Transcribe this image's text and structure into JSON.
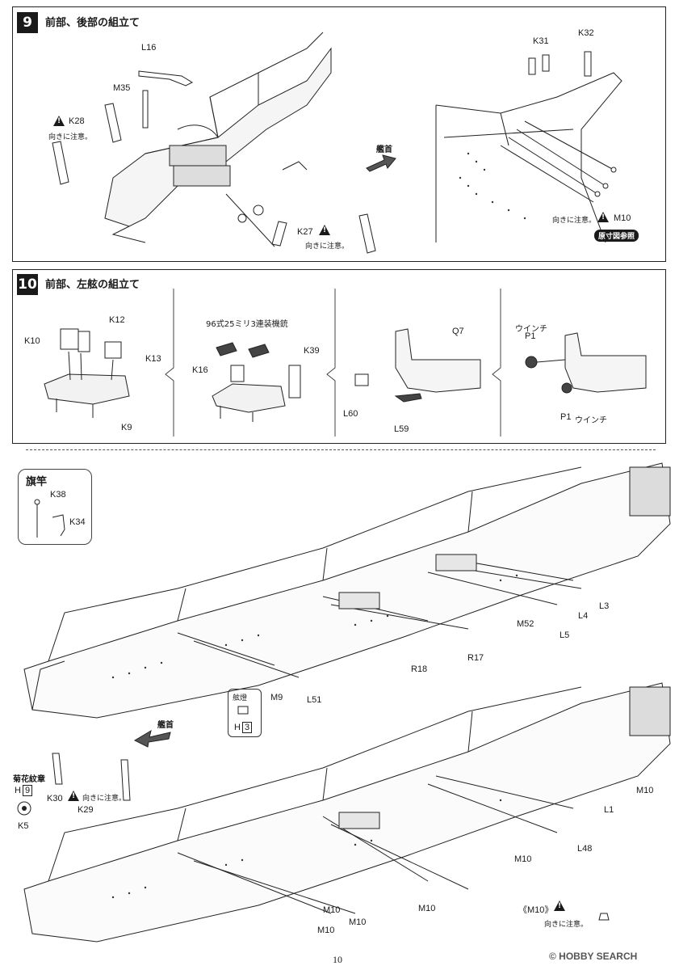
{
  "step9": {
    "number": "9",
    "title": "前部、後部の組立て",
    "labels": {
      "L16": "L16",
      "M35": "M35",
      "K28": "K28",
      "K27": "K27",
      "K31": "K31",
      "K32": "K32",
      "M10": "M10"
    },
    "notes": {
      "k28_note": "向きに注意。",
      "k27_note": "向きに注意。",
      "m10_note": "向きに注意。"
    },
    "bow_label": "艦首",
    "ref_badge": "原寸図参照"
  },
  "step10": {
    "number": "10",
    "title": "前部、左舷の組立て",
    "sub1": {
      "K10": "K10",
      "K12": "K12",
      "K13": "K13",
      "K9": "K9"
    },
    "sub2": {
      "caption": "96式25ミリ3連装機銃",
      "K16": "K16",
      "K39": "K39"
    },
    "sub3": {
      "Q7": "Q7",
      "L60": "L60",
      "L59": "L59"
    },
    "sub4": {
      "winch_top": "ウインチ",
      "P1_top": "P1",
      "P1_bottom": "P1",
      "winch_bottom": "ウインチ"
    }
  },
  "hull_upper": {
    "flag_title": "旗竿",
    "K38": "K38",
    "K34": "K34",
    "L3": "L3",
    "L4": "L4",
    "L5": "L5",
    "M52": "M52",
    "R17": "R17",
    "R18": "R18",
    "M9": "M9",
    "L51": "L51",
    "lamp_caption": "舷燈",
    "H_label": "H",
    "H_num": "3",
    "bow_label": "艦首"
  },
  "hull_lower": {
    "crest_title": "菊花紋章",
    "H_label": "H",
    "H_num": "9",
    "K30": "K30",
    "K29": "K29",
    "K5": "K5",
    "note_k30": "向きに注意。",
    "L1": "L1",
    "L48": "L48",
    "M10_a": "M10",
    "M10_b": "M10",
    "M10_c": "M10",
    "M10_d": "M10",
    "M10_e": "M10",
    "M10_f": "M10",
    "m10_box_title": "《M10》",
    "m10_box_note": "向きに注意。"
  },
  "footer": {
    "page_number": "10",
    "watermark": "© HOBBY SEARCH"
  }
}
